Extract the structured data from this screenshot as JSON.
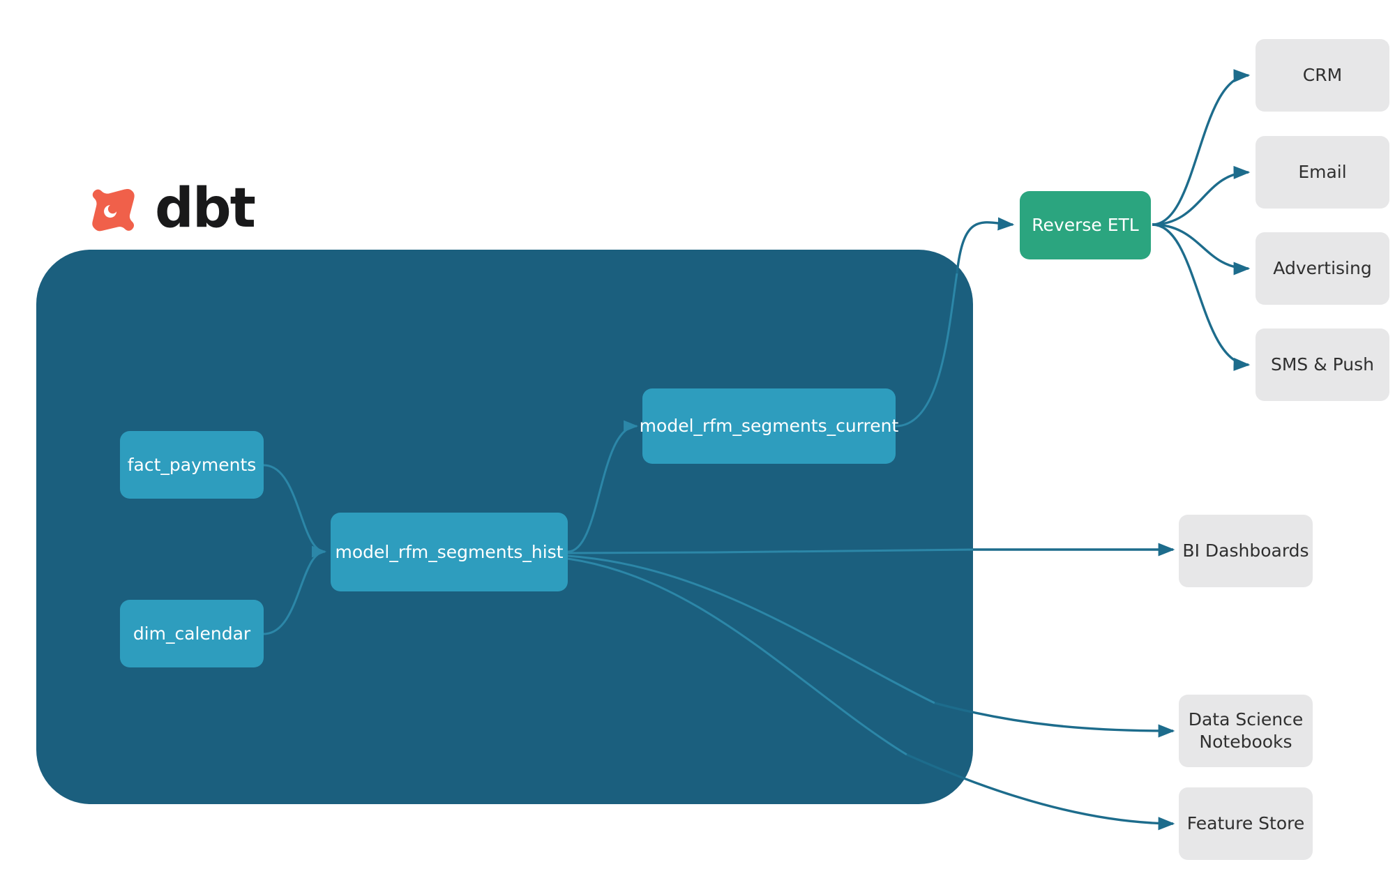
{
  "brand": {
    "logo_icon": "dbt-logo-icon",
    "wordmark": "dbt",
    "logo_color": "#f0604a",
    "container_color": "#1b5f7e"
  },
  "palette": {
    "model_node": "#2e9dbe",
    "reverse_etl_node": "#2ba57f",
    "destination_node": "#e7e7e8",
    "edge_outer": "#1d6c8c",
    "edge_inner": "#2c87a8",
    "node_text": "#ffffff",
    "destination_text": "#2f2f2f"
  },
  "diagram": {
    "type": "dag",
    "project_container_label": "",
    "models": [
      {
        "id": "fact_payments",
        "label": "fact_payments"
      },
      {
        "id": "dim_calendar",
        "label": "dim_calendar"
      },
      {
        "id": "model_rfm_segments_hist",
        "label": "model_rfm_segments_hist"
      },
      {
        "id": "model_rfm_segments_current",
        "label": "model_rfm_segments_current"
      }
    ],
    "activation": {
      "id": "reverse_etl",
      "label": "Reverse ETL"
    },
    "reverse_etl_destinations": [
      {
        "id": "crm",
        "label": "CRM"
      },
      {
        "id": "email",
        "label": "Email"
      },
      {
        "id": "advertising",
        "label": "Advertising"
      },
      {
        "id": "sms_push",
        "label": "SMS & Push"
      }
    ],
    "analytics_destinations": [
      {
        "id": "bi_dashboards",
        "label": "BI Dashboards"
      },
      {
        "id": "ds_notebooks",
        "label_line1": "Data Science",
        "label_line2": "Notebooks"
      },
      {
        "id": "feature_store",
        "label": "Feature Store"
      }
    ],
    "edges": [
      {
        "from": "fact_payments",
        "to": "model_rfm_segments_hist"
      },
      {
        "from": "dim_calendar",
        "to": "model_rfm_segments_hist"
      },
      {
        "from": "model_rfm_segments_hist",
        "to": "model_rfm_segments_current"
      },
      {
        "from": "model_rfm_segments_current",
        "to": "reverse_etl"
      },
      {
        "from": "model_rfm_segments_hist",
        "to": "bi_dashboards"
      },
      {
        "from": "model_rfm_segments_hist",
        "to": "ds_notebooks"
      },
      {
        "from": "model_rfm_segments_hist",
        "to": "feature_store"
      },
      {
        "from": "reverse_etl",
        "to": "crm"
      },
      {
        "from": "reverse_etl",
        "to": "email"
      },
      {
        "from": "reverse_etl",
        "to": "advertising"
      },
      {
        "from": "reverse_etl",
        "to": "sms_push"
      }
    ]
  }
}
